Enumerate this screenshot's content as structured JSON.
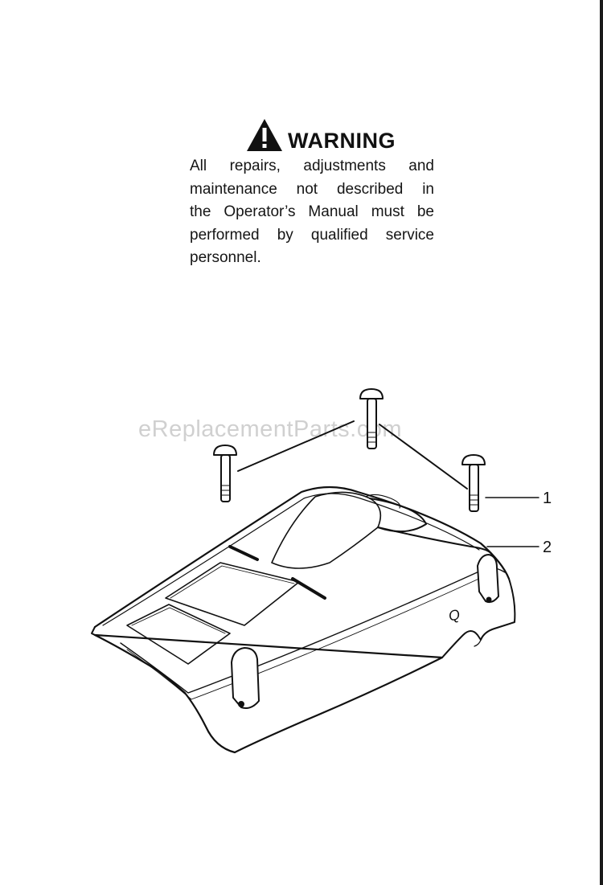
{
  "warning": {
    "title": "WARNING",
    "lines": [
      "All repairs, adjustments and",
      "maintenance not described in",
      "the Operator’s Manual must be",
      "performed by qualified service",
      "personnel."
    ]
  },
  "watermark": "eReplacementParts.com",
  "callouts": [
    {
      "label": "1",
      "part": "bolt"
    },
    {
      "label": "2",
      "part": "cover"
    }
  ],
  "cover_mark": "Q",
  "colors": {
    "ink": "#111111",
    "watermark": "#d0d0d0"
  }
}
